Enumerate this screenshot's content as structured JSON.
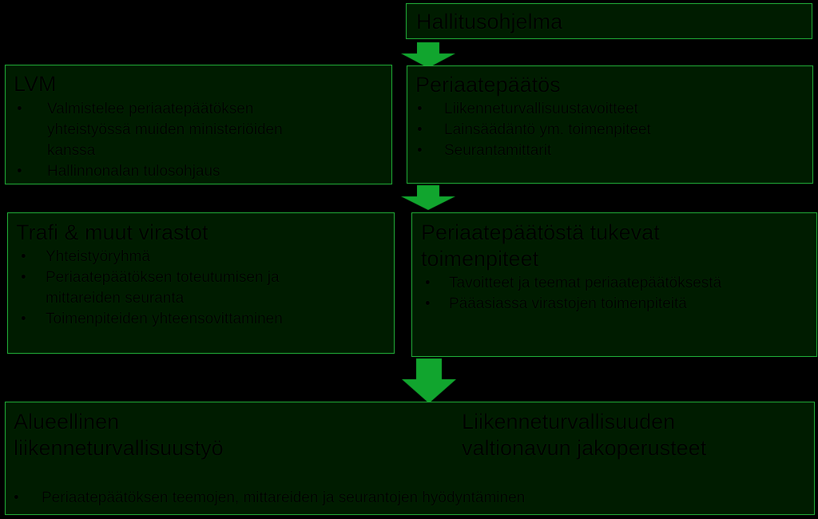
{
  "hallitusohjelma": {
    "title": "Hallitusohjelma"
  },
  "lvm": {
    "title": "LVM",
    "bullets": [
      "Valmistelee periaatepäätöksen",
      "yhteistyössä muiden ministeriöiden",
      "kanssa",
      "Hallinnonalan tulosohjaus"
    ]
  },
  "periaatepaatos": {
    "title": "Periaatepäätös",
    "bullets": [
      "Liikenneturvallisuustavoitteet",
      "Lainsäädäntö ym. toimenpiteet",
      "Seurantamittarit"
    ]
  },
  "trafi": {
    "title": "Trafi & muut virastot",
    "bullets": [
      "Yhteistyöryhmä",
      "Periaatepäätöksen toteutumisen ja",
      "mittareiden seuranta",
      "Toimenpiteiden yhteensovittaminen"
    ]
  },
  "tukevat": {
    "title_line1": "Periaatepäätöstä tukevat",
    "title_line2": "toimenpiteet",
    "bullets": [
      "Tavoitteet ja teemat periaatepäätöksestä",
      "Pääasiassa virastojen toimenpiteitä"
    ]
  },
  "bottom": {
    "left_line1": "Alueellinen",
    "left_line2": "liikenneturvallisuustyö",
    "right_line1": "Liikenneturvallisuuden",
    "right_line2": "valtionavun jakoperusteet",
    "bullet": "Periaatepäätöksen teemojen, mittareiden ja seurantojen hyödyntäminen"
  },
  "colors": {
    "border": "#22b33a",
    "arrow": "#11a52e",
    "fill": "#001c00"
  }
}
